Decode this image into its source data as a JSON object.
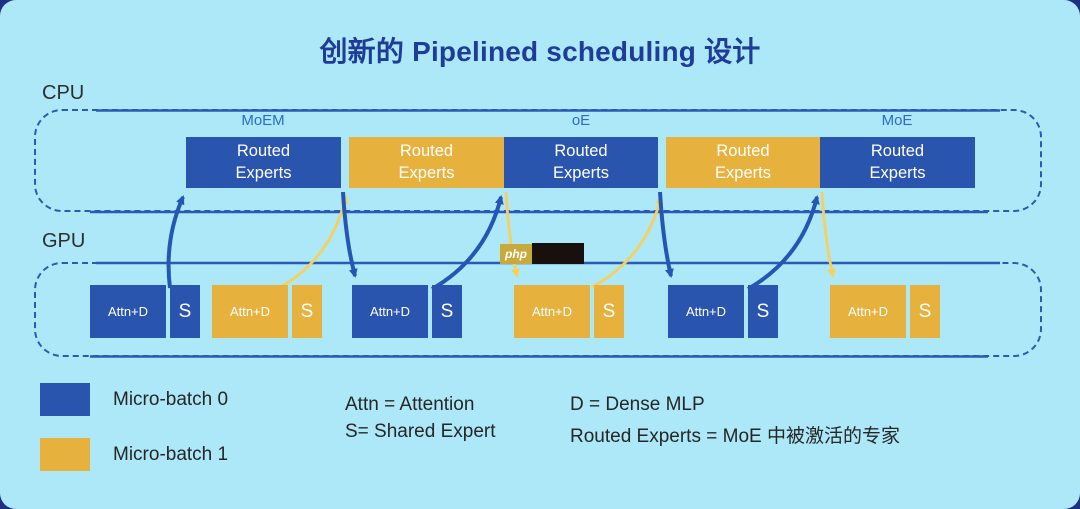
{
  "title": "创新的 Pipelined scheduling 设计",
  "cpu": {
    "label": "CPU",
    "tags": [
      "MoEM",
      "oE",
      "MoE"
    ],
    "boxes": [
      {
        "line1": "Routed",
        "line2": "Experts",
        "batch": "0"
      },
      {
        "line1": "Routed",
        "line2": "Experts",
        "batch": "1"
      },
      {
        "line1": "Routed",
        "line2": "Experts",
        "batch": "0"
      },
      {
        "line1": "Routed",
        "line2": "Experts",
        "batch": "1"
      },
      {
        "line1": "Routed",
        "line2": "Experts",
        "batch": "0"
      }
    ]
  },
  "gpu": {
    "label": "GPU",
    "pairs": [
      {
        "attn": "Attn+D",
        "shared": "S",
        "batch": "0"
      },
      {
        "attn": "Attn+D",
        "shared": "S",
        "batch": "1"
      },
      {
        "attn": "Attn+D",
        "shared": "S",
        "batch": "0"
      },
      {
        "attn": "Attn+D",
        "shared": "S",
        "batch": "1"
      },
      {
        "attn": "Attn+D",
        "shared": "S",
        "batch": "0"
      },
      {
        "attn": "Attn+D",
        "shared": "S",
        "batch": "1"
      }
    ]
  },
  "legend": {
    "items": [
      {
        "label": "Micro-batch 0",
        "color": "#2a55ae"
      },
      {
        "label": "Micro-batch 1",
        "color": "#e6b23d"
      }
    ],
    "notes": [
      "Attn = Attention",
      "S= Shared Expert",
      "D = Dense MLP",
      "Routed Experts = MoE 中被激活的专家"
    ]
  },
  "watermark": {
    "text": "php"
  },
  "colors": {
    "background": "#1d3180",
    "panel": "#ade8f9",
    "title": "#1f3d98",
    "micro_batch_0": "#2a55ae",
    "micro_batch_1": "#e6b23d",
    "container_line": "#2a5ab5",
    "tag_blue": "#2e6ac6",
    "arrow_blue": "#2456b4",
    "arrow_yellow": "#f6d05e"
  }
}
